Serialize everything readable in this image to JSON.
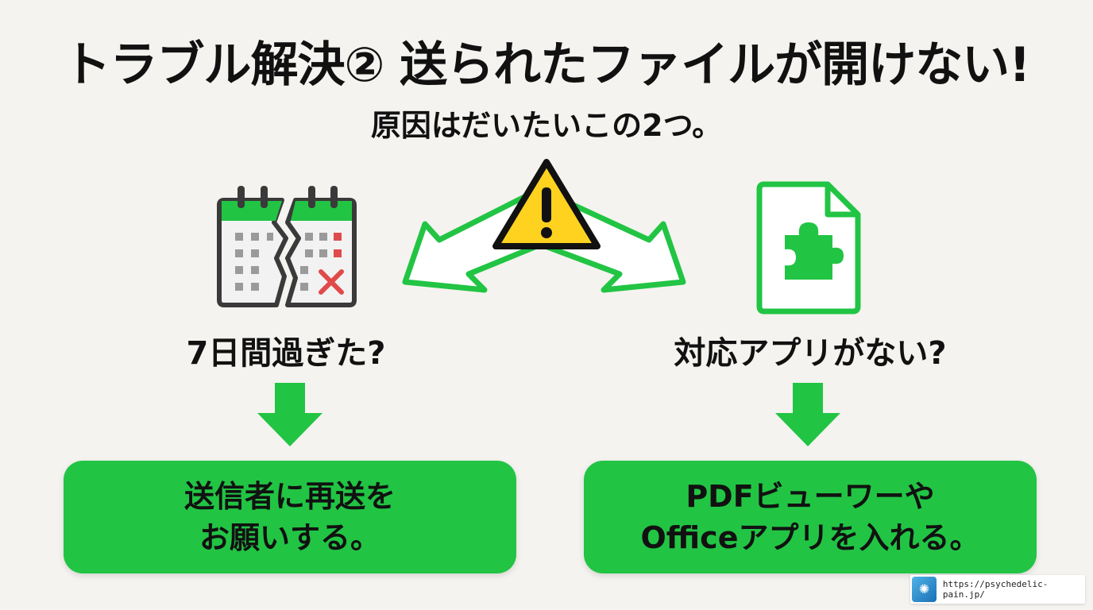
{
  "header": {
    "title": "トラブル解決② 送られたファイルが開けない!",
    "subtitle": "原因はだいたいこの2つ。"
  },
  "causes": [
    {
      "icon": "broken-calendar-icon",
      "question": "7日間過ぎた?",
      "solution_lines": [
        "送信者に再送を",
        "お願いする。"
      ]
    },
    {
      "icon": "file-puzzle-icon",
      "question": "対応アプリがない?",
      "solution_lines": [
        "PDFビューワーや",
        "Officeアプリを入れる。"
      ]
    }
  ],
  "center_icon": "warning-icon",
  "colors": {
    "green": "#22c444",
    "warning_yellow": "#ffd21f",
    "background": "#f4f3ef"
  },
  "footer": {
    "url": "https://psychedelic-pain.jp/"
  }
}
